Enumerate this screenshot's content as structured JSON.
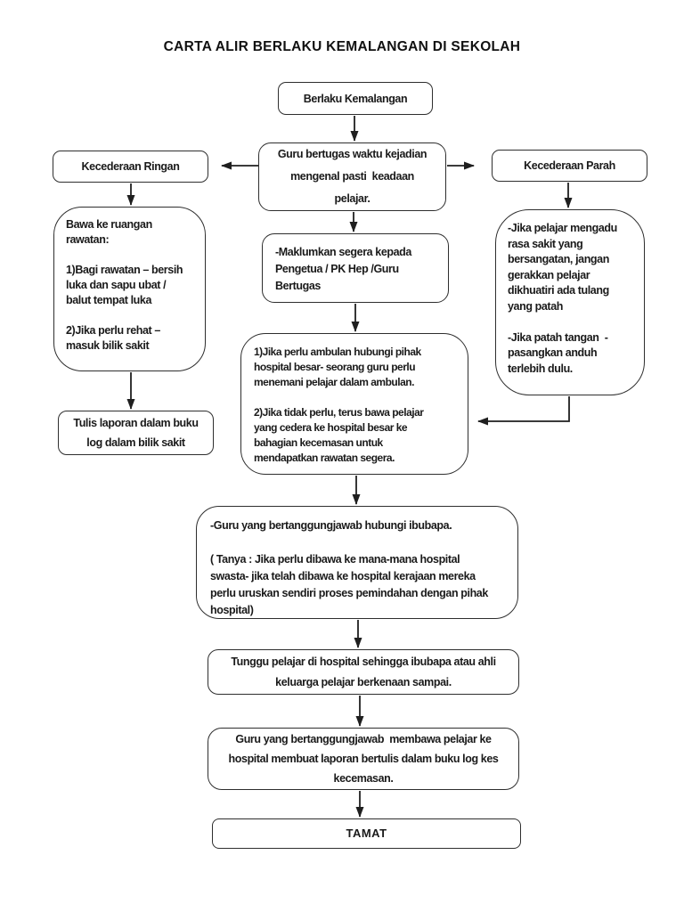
{
  "page": {
    "title": "CARTA ALIR BERLAKU KEMALANGAN DI SEKOLAH",
    "colors": {
      "background": "#ffffff",
      "line": "#1f1f1f",
      "text": "#1a1a1a"
    }
  },
  "flowchart": {
    "type": "flowchart",
    "nodes": {
      "start": {
        "label": "Berlaku Kemalangan"
      },
      "assess": {
        "label": "Guru bertugas waktu kejadian\nmengenal pasti  keadaan\npelajar."
      },
      "minor": {
        "label": "Kecederaan Ringan"
      },
      "severe": {
        "label": "Kecederaan Parah"
      },
      "treatment": {
        "label": "Bawa ke ruangan\nrawatan:\n\n1)Bagi rawatan – bersih\nluka dan sapu ubat /\nbalut tempat luka\n\n2)Jika perlu rehat –\nmasuk bilik sakit"
      },
      "inform": {
        "label": "-Maklumkan segera kepada\nPengetua / PK Hep /Guru\nBertugas"
      },
      "severe_care": {
        "label": "-Jika pelajar mengadu\nrasa sakit yang\nbersangatan, jangan\ngerakkan pelajar\ndikhuatiri ada tulang\nyang patah\n\n-Jika patah tangan  -\npasangkan anduh\nterlebih dulu."
      },
      "sickbay_log": {
        "label": "Tulis laporan dalam buku\nlog dalam bilik sakit"
      },
      "ambulance": {
        "label": "1)Jika perlu ambulan hubungi pihak\nhospital besar- seorang guru perlu\nmenemani pelajar dalam ambulan.\n\n2)Jika tidak perlu, terus bawa pelajar\nyang cedera ke hospital besar ke\nbahagian kecemasan untuk\nmendapatkan rawatan segera."
      },
      "parents": {
        "label": "-Guru yang bertanggungjawab hubungi ibubapa.\n\n( Tanya : Jika perlu dibawa ke mana-mana hospital\nswasta- jika telah dibawa ke hospital kerajaan mereka\nperlu uruskan sendiri proses pemindahan dengan pihak\nhospital)"
      },
      "wait": {
        "label": "Tunggu pelajar di hospital sehingga ibubapa atau ahli\nkeluarga pelajar berkenaan sampai."
      },
      "report": {
        "label": "Guru yang bertanggungjawab  membawa pelajar ke\nhospital membuat laporan bertulis dalam buku log kes\nkecemasan."
      },
      "end": {
        "label": "TAMAT"
      }
    },
    "edges": [
      "start->assess",
      "assess->minor",
      "assess->severe",
      "assess->inform",
      "minor->treatment",
      "treatment->sickbay_log",
      "severe->severe_care",
      "inform->ambulance",
      "severe_care->ambulance",
      "ambulance->parents",
      "parents->wait",
      "wait->report",
      "report->end"
    ]
  }
}
